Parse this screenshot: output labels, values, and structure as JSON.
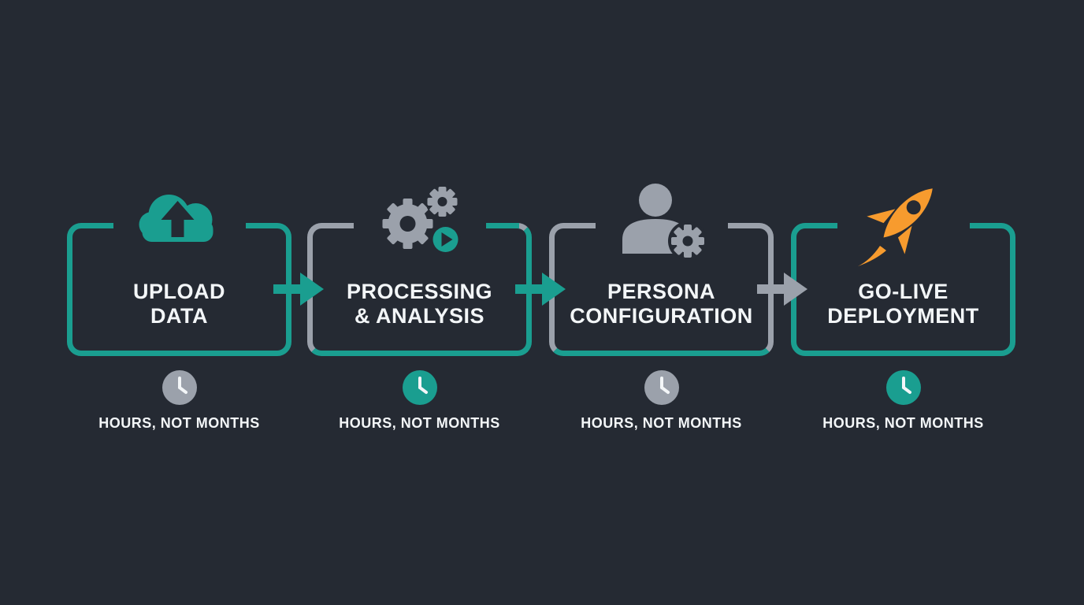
{
  "diagram": {
    "kind": "process-flow-timeline",
    "step_count": 4
  },
  "colors": {
    "background": "#252a33",
    "teal": "#1a9e90",
    "gray": "#9ba1ab",
    "orange": "#f79b2e",
    "text": "#f3f6f8"
  },
  "stages": [
    {
      "icon": "cloud-upload-icon",
      "accent": "teal",
      "title_line1": "UPLOAD",
      "title_line2": "DATA",
      "clock_icon": "clock-icon",
      "clock_color": "gray",
      "caption": "HOURS, NOT MONTHS"
    },
    {
      "icon": "gears-processing-icon",
      "accent": "gray-teal",
      "title_line1": "PROCESSING",
      "title_line2": "& ANALYSIS",
      "clock_icon": "clock-icon",
      "clock_color": "teal",
      "caption": "HOURS, NOT MONTHS"
    },
    {
      "icon": "persona-gear-icon",
      "accent": "gray",
      "title_line1": "PERSONA",
      "title_line2": "CONFIGURATION",
      "clock_icon": "clock-icon",
      "clock_color": "gray",
      "caption": "HOURS, NOT MONTHS"
    },
    {
      "icon": "rocket-icon",
      "accent": "teal",
      "title_line1": "GO-LIVE",
      "title_line2": "DEPLOYMENT",
      "clock_icon": "clock-icon",
      "clock_color": "teal",
      "caption": "HOURS, NOT MONTHS"
    }
  ],
  "arrows": [
    {
      "direction": "right",
      "color": "teal"
    },
    {
      "direction": "right",
      "color": "teal"
    },
    {
      "direction": "right",
      "color": "gray"
    }
  ]
}
